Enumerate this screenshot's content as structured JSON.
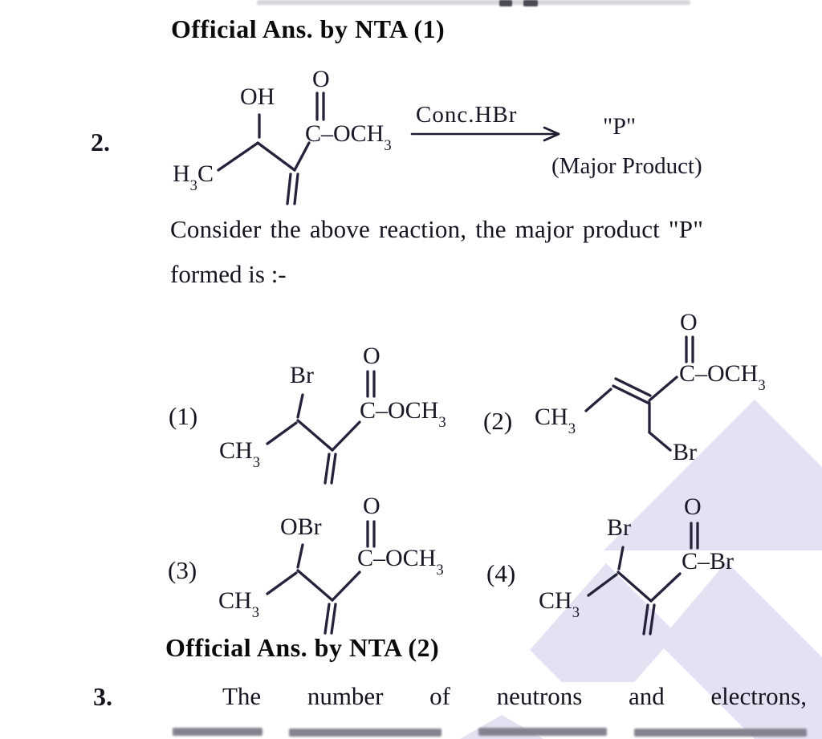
{
  "colors": {
    "background": "#ffffff",
    "ink": "#14141e",
    "structure_ink": "#23233b",
    "watermark": "#e2e2f3"
  },
  "headings": {
    "official_ans_1": "Official Ans. by NTA (1)",
    "official_ans_2": "Official Ans. by NTA (2)"
  },
  "question2": {
    "number": "2.",
    "prompt_line1": "Consider the above reaction, the major product \"P\"",
    "prompt_line2": "formed is :-",
    "reactant": {
      "hydroxyl": "OH",
      "carbonyl_o": "O",
      "ester_pre": "C–OCH",
      "ester_sub": "3",
      "methyl_pre": "H",
      "methyl_sub": "3",
      "methyl_post": "C"
    },
    "arrow_reagent": "Conc.HBr",
    "product_symbol": "\"P\"",
    "product_note": "(Major Product)",
    "options": [
      {
        "label": "(1)",
        "top_group": "Br",
        "carbonyl_o": "O",
        "right_pre": "C–OCH",
        "right_sub": "3",
        "methyl_pre": "CH",
        "methyl_sub": "3"
      },
      {
        "label": "(2)",
        "methyl_pre": "CH",
        "methyl_sub": "3",
        "carbonyl_o": "O",
        "right_pre": "C–OCH",
        "right_sub": "3",
        "bottom_group": "Br"
      },
      {
        "label": "(3)",
        "top_group": "OBr",
        "carbonyl_o": "O",
        "right_pre": "C–OCH",
        "right_sub": "3",
        "methyl_pre": "CH",
        "methyl_sub": "3"
      },
      {
        "label": "(4)",
        "top_group": "Br",
        "carbonyl_o": "O",
        "right_pre": "C–Br",
        "right_sub": "",
        "methyl_pre": "CH",
        "methyl_sub": "3"
      }
    ]
  },
  "question3": {
    "number": "3.",
    "words": [
      "The",
      "number",
      "of",
      "neutrons",
      "and",
      "electrons,"
    ]
  }
}
